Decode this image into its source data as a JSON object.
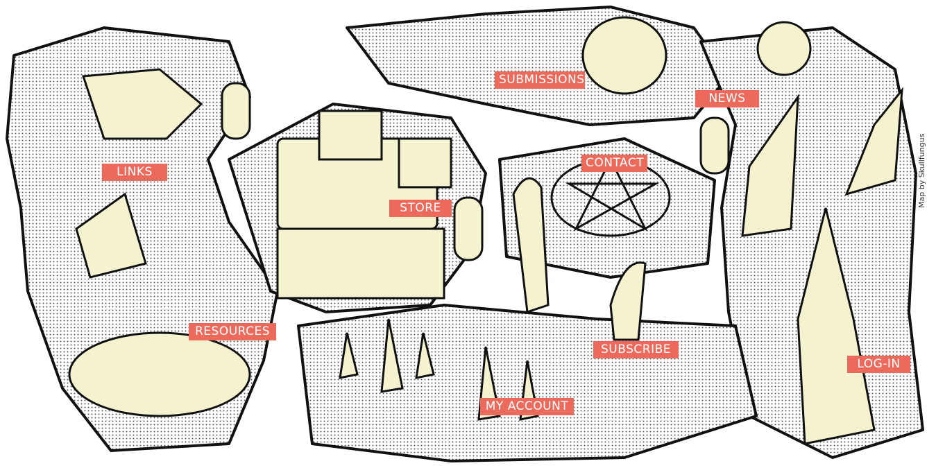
{
  "map": {
    "accent_color": "#ec6a5c",
    "credit": "Map by Skullfungus",
    "locations": {
      "submissions": "SUBMISSIONS",
      "news": "NEWS",
      "links": "LINKS",
      "contact": "CONTACT",
      "store": "STORE",
      "resources": "RESOURCES",
      "subscribe": "SUBSCRIBE",
      "log_in": "LOG-IN",
      "my_account": "MY ACCOUNT"
    }
  }
}
